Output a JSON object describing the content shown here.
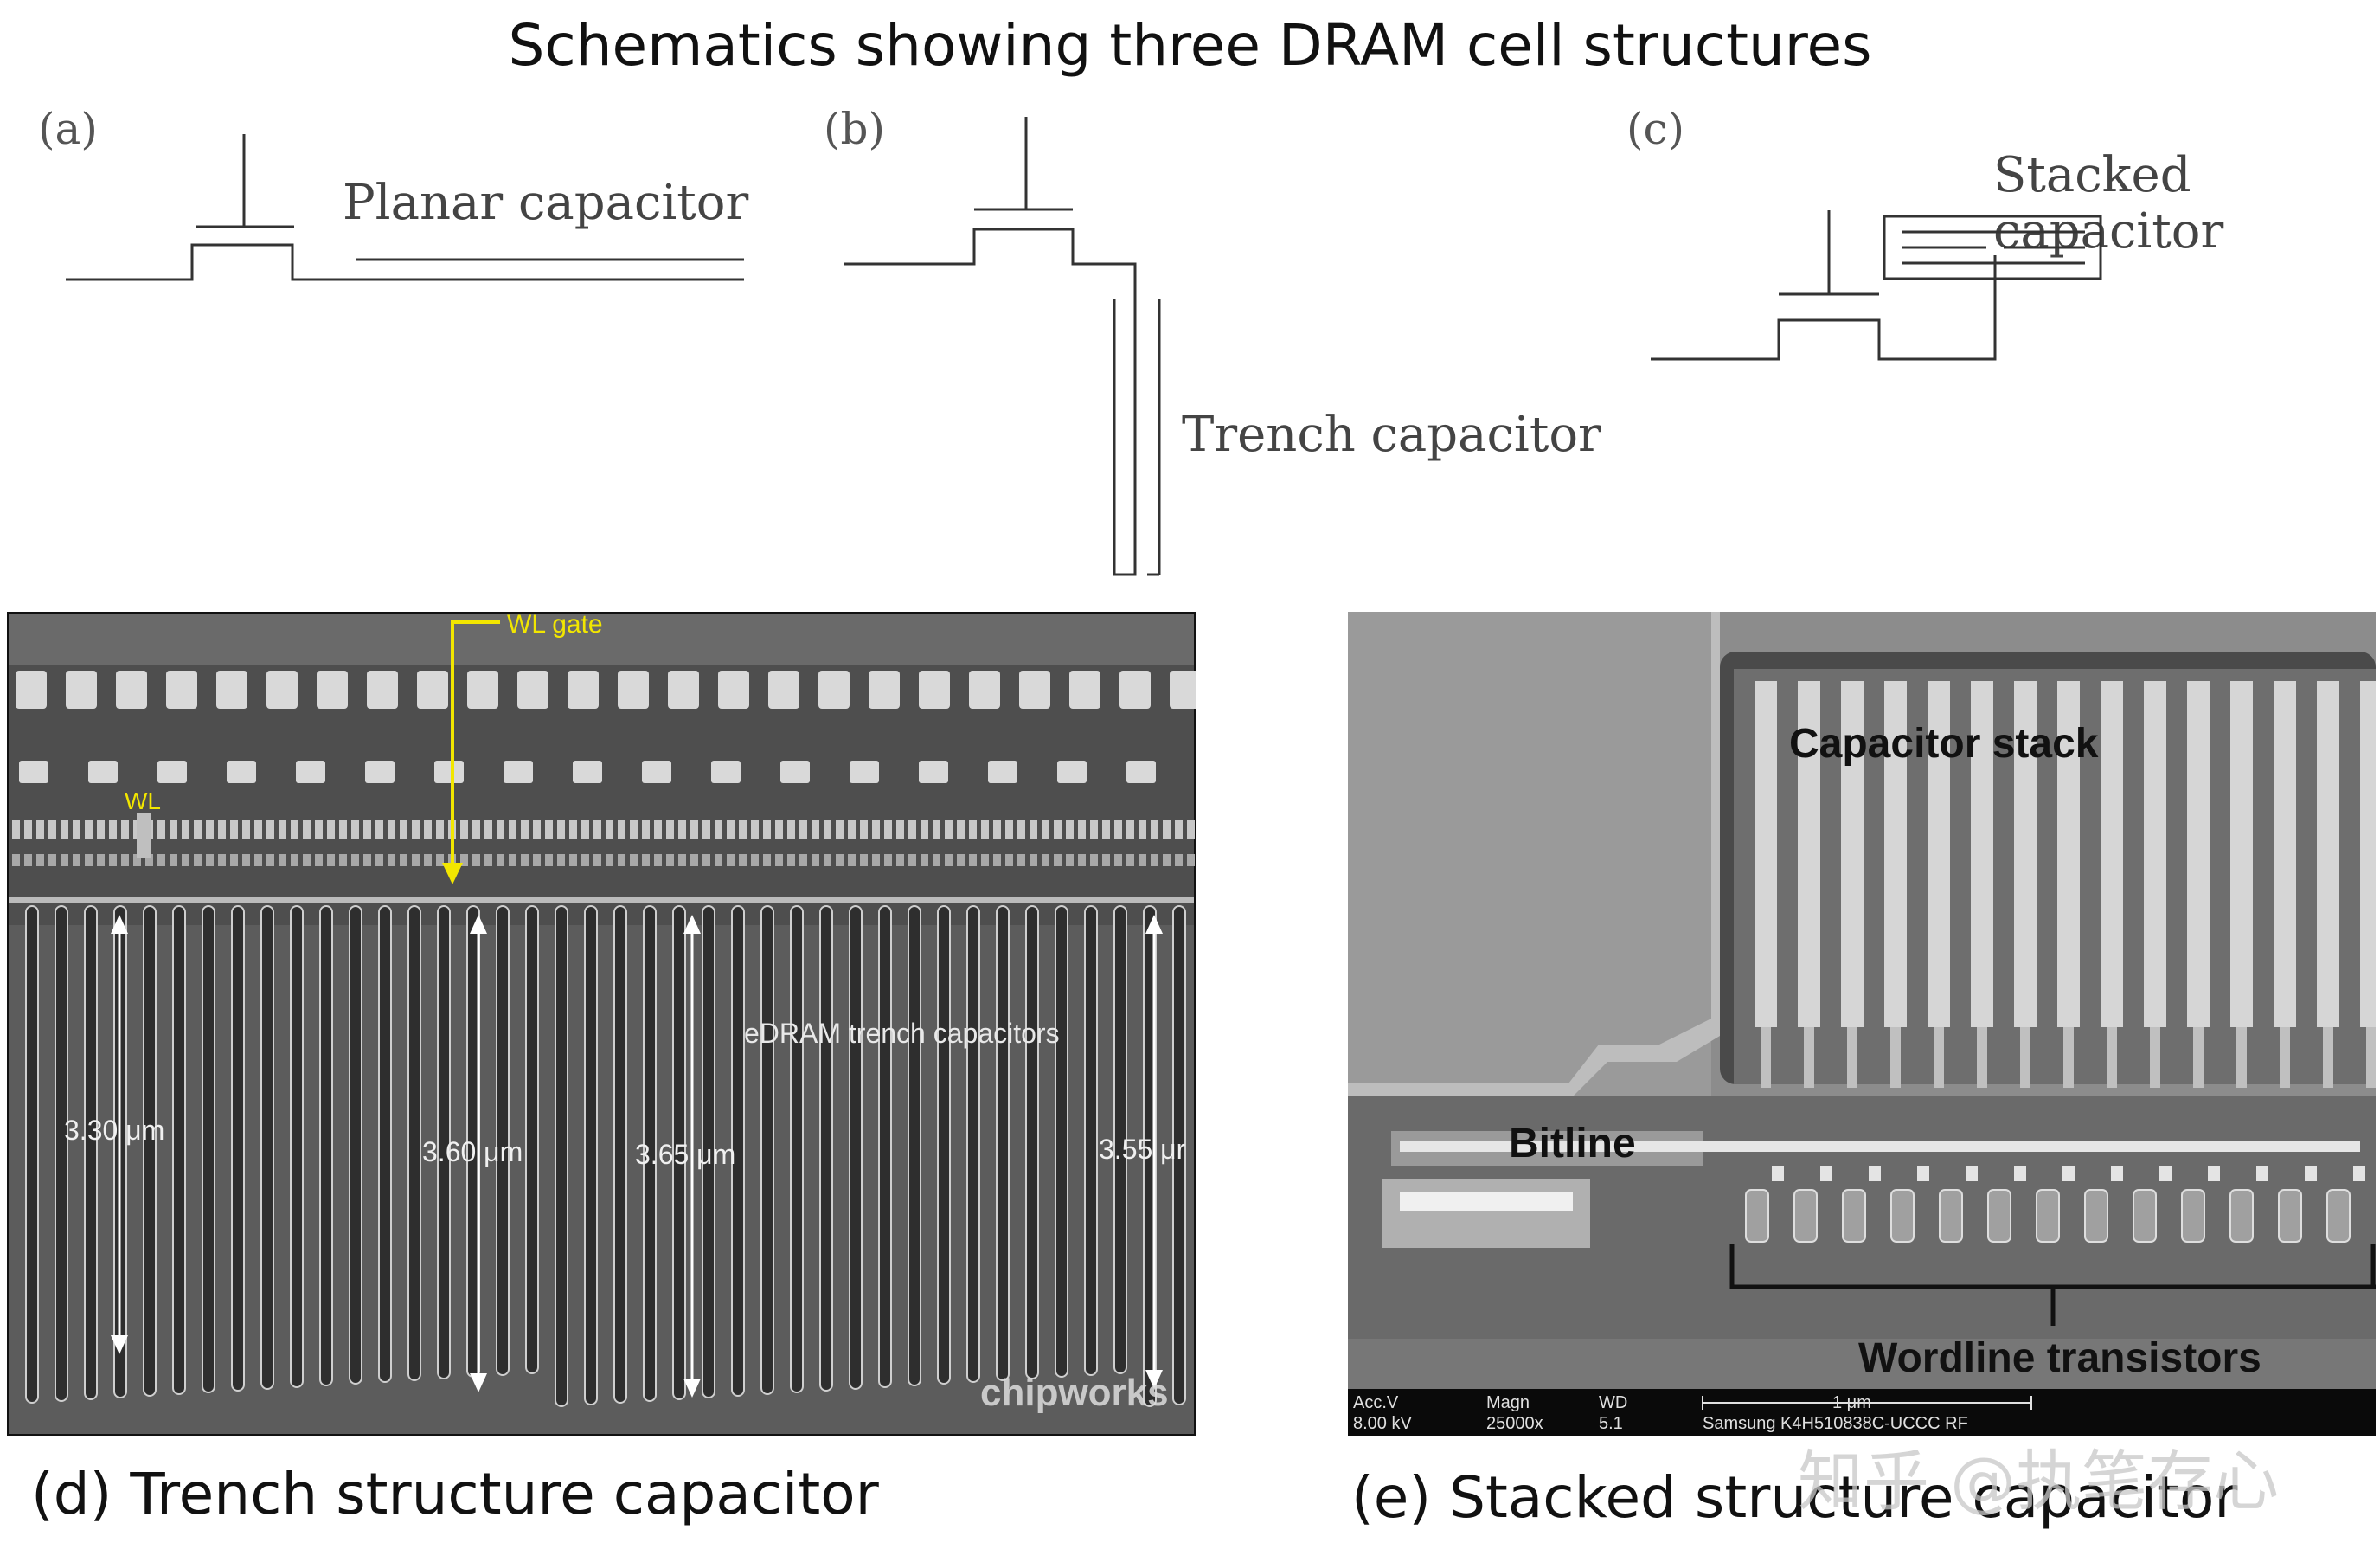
{
  "title": "Schematics showing three DRAM cell structures",
  "schematics": {
    "a": {
      "letter": "(a)",
      "label": "Planar capacitor"
    },
    "b": {
      "letter": "(b)",
      "label": "Trench capacitor"
    },
    "c": {
      "letter": "(c)",
      "label": "Stacked capacitor"
    }
  },
  "trench_photo": {
    "wl_gate": "WL gate",
    "wl": "WL",
    "edram": "eDRAM trench capacitors",
    "measurements": [
      "3.30 μm",
      "3.60 μm",
      "3.65 μm",
      "3.55 μr"
    ],
    "watermark": "chipworks"
  },
  "stacked_photo": {
    "capacitor_stack": "Capacitor stack",
    "bitline": "Bitline",
    "wordline_transistors": "Wordline transistors",
    "info_bar": {
      "accv_label": "Acc.V",
      "accv_value": "8.00 kV",
      "magn_label": "Magn",
      "magn_value": "25000x",
      "wd_label": "WD",
      "wd_value": "5.1",
      "scale": "1 μm",
      "sample": "Samsung K4H510838C-UCCC   RF"
    }
  },
  "captions": {
    "d": "(d) Trench structure capacitor",
    "e": "(e) Stacked structure capacitor"
  },
  "site_watermark": "知乎 @执笔存心",
  "colors": {
    "annotation_yellow": "#f2e600",
    "sem_background": "#5a5a5a"
  }
}
